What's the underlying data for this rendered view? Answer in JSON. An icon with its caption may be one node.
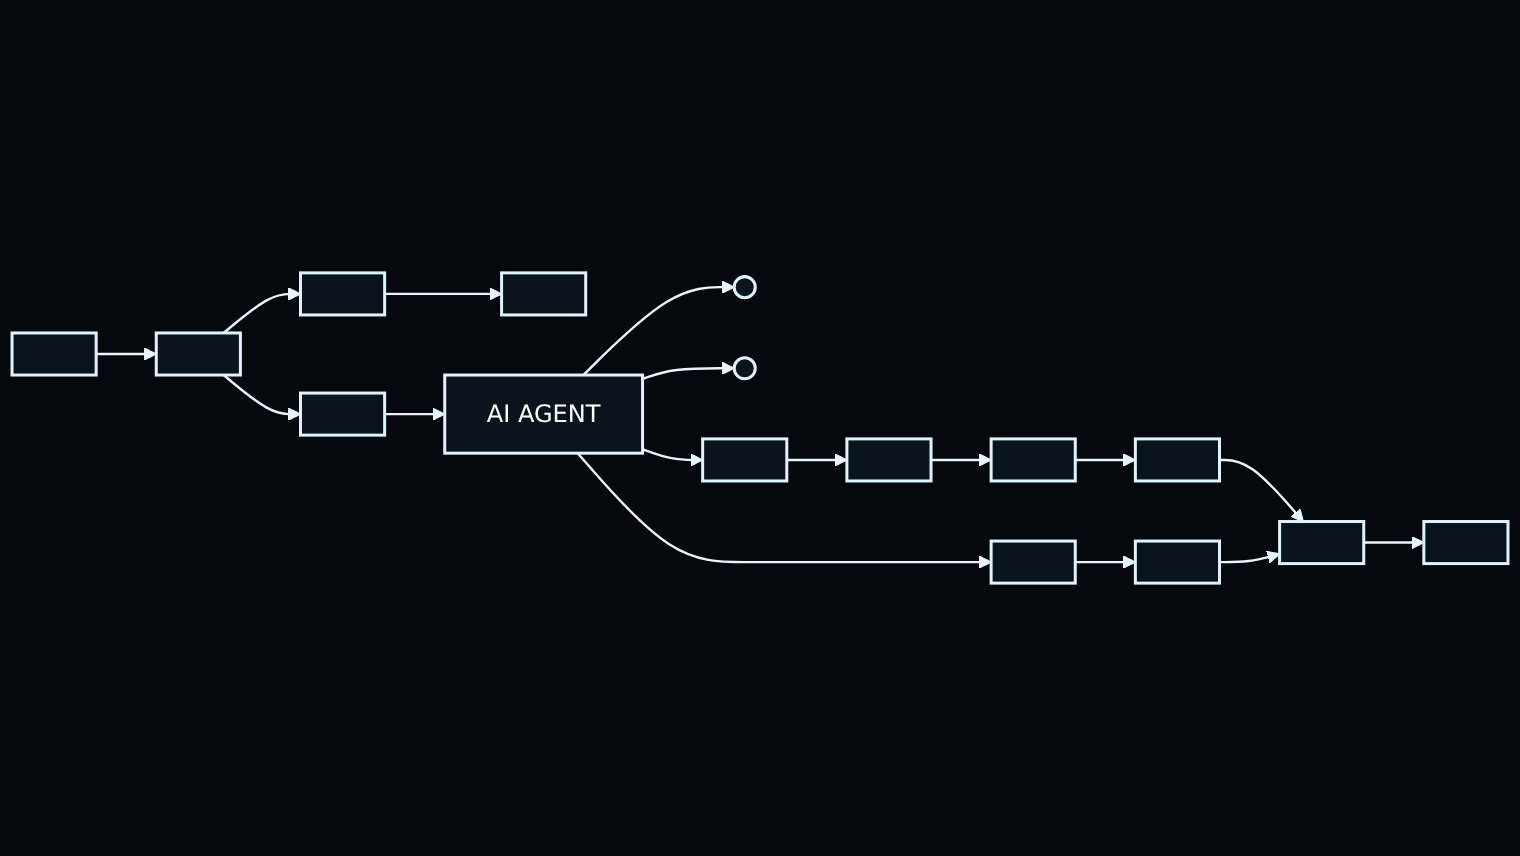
{
  "diagram": {
    "nodes": [
      {
        "text": [],
        "shape": "box"
      },
      {
        "text": [],
        "shape": "box"
      },
      {
        "text": [],
        "shape": "box"
      },
      {
        "text": [],
        "shape": "box"
      },
      {
        "text": [],
        "shape": "box"
      },
      {
        "text": [
          "AI AGENT"
        ]
      },
      {
        "text": [],
        "shape": "circle"
      },
      {
        "text": [],
        "shape": "circle"
      },
      {
        "text": [],
        "shape": "box"
      },
      {
        "text": [],
        "shape": "box"
      },
      {
        "text": [],
        "shape": "box"
      },
      {
        "text": [],
        "shape": "box"
      },
      {
        "text": [],
        "shape": "box"
      },
      {
        "text": [],
        "shape": "box"
      },
      {
        "text": [],
        "shape": "box"
      },
      {
        "text": [],
        "shape": "box"
      }
    ],
    "edges": [
      {
        "from": 0,
        "to": 1,
        "arrow": "to"
      },
      {
        "from": 1,
        "to": 2,
        "arrow": "to"
      },
      {
        "from": 2,
        "to": 3,
        "arrow": "to"
      },
      {
        "from": 1,
        "to": 4,
        "arrow": "to"
      },
      {
        "from": 4,
        "to": 5,
        "arrow": "to"
      },
      {
        "from": 5,
        "to": 6,
        "arrow": "to"
      },
      {
        "from": 5,
        "to": 7,
        "arrow": "to"
      },
      {
        "from": 5,
        "to": 8,
        "arrow": "to"
      },
      {
        "from": 8,
        "to": 9,
        "arrow": "to"
      },
      {
        "from": 9,
        "to": 10,
        "arrow": "to"
      },
      {
        "from": 10,
        "to": 11,
        "arrow": "to"
      },
      {
        "from": 11,
        "to": 12,
        "arrow": "to"
      },
      {
        "from": 5,
        "to": 14,
        "arrow": "to"
      },
      {
        "from": 14,
        "to": 15,
        "arrow": "to"
      },
      {
        "from": 15,
        "to": 12,
        "arrow": "to"
      },
      {
        "from": 12,
        "to": 13,
        "arrow": "to"
      }
    ]
  }
}
